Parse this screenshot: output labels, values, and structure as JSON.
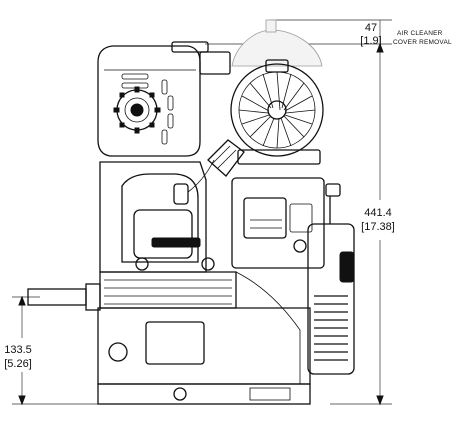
{
  "dimensions": {
    "top_offset": {
      "value_mm": "47",
      "value_in": "[1.9]"
    },
    "overall_height": {
      "value_mm": "441.4",
      "value_in": "[17.38]"
    },
    "shaft_height": {
      "value_mm": "133.5",
      "value_in": "[5.26]"
    }
  },
  "note": {
    "line1": "AIR CLEANER",
    "line2": "COVER REMOVAL"
  },
  "colors": {
    "line": "#111111",
    "ghost_outline": "#9a9a9a",
    "background": "#ffffff"
  }
}
